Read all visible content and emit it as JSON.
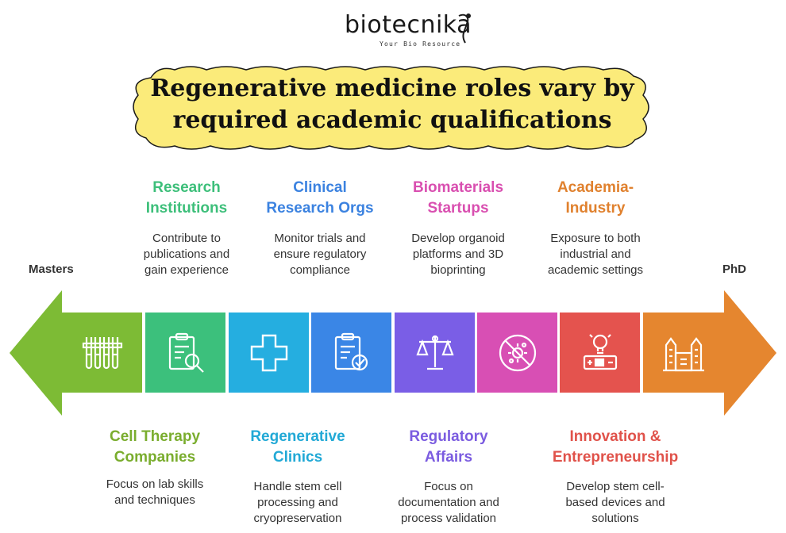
{
  "logo": {
    "name": "biotecnika",
    "tagline": "Your Bio Resource"
  },
  "title": {
    "line1": "Regenerative medicine roles vary by",
    "line2": "required academic qualifications"
  },
  "ends": {
    "left": "Masters",
    "right": "PhD"
  },
  "top_roles": [
    {
      "title_line1": "Research",
      "title_line2": "Institutions",
      "desc": [
        "Contribute to",
        "publications and",
        "gain experience"
      ],
      "color": "#3dbf7a"
    },
    {
      "title_line1": "Clinical",
      "title_line2": "Research Orgs",
      "desc": [
        "Monitor trials and",
        "ensure regulatory",
        "compliance"
      ],
      "color": "#3b82e0"
    },
    {
      "title_line1": "Biomaterials",
      "title_line2": "Startups",
      "desc": [
        "Develop organoid",
        "platforms and 3D",
        "bioprinting"
      ],
      "color": "#d94fb0"
    },
    {
      "title_line1": "Academia-",
      "title_line2": "Industry",
      "desc": [
        "Exposure to both",
        "industrial and",
        "academic settings"
      ],
      "color": "#e0812e"
    }
  ],
  "bottom_roles": [
    {
      "title_line1": "Cell Therapy",
      "title_line2": "Companies",
      "desc": [
        "Focus on lab skills",
        "and techniques",
        ""
      ],
      "color": "#7aad2e"
    },
    {
      "title_line1": "Regenerative",
      "title_line2": "Clinics",
      "desc": [
        "Handle stem cell",
        "processing and",
        "cryopreservation"
      ],
      "color": "#22a9d6"
    },
    {
      "title_line1": "Regulatory",
      "title_line2": "Affairs",
      "desc": [
        "Focus on",
        "documentation and",
        "process validation"
      ],
      "color": "#7b5ce0"
    },
    {
      "title_line1": "Innovation &",
      "title_line2": "Entrepreneurship",
      "desc": [
        "Develop stem cell-",
        "based devices and",
        "solutions"
      ],
      "color": "#e0524a"
    }
  ],
  "segments": [
    {
      "icon": "test-tubes-icon",
      "color": "#7dbb35"
    },
    {
      "icon": "clipboard-search-icon",
      "color": "#3cc07c"
    },
    {
      "icon": "medical-cross-icon",
      "color": "#25aee0"
    },
    {
      "icon": "clipboard-check-icon",
      "color": "#3a86e6"
    },
    {
      "icon": "scales-icon",
      "color": "#7a5ee6"
    },
    {
      "icon": "no-virus-icon",
      "color": "#d84fb4"
    },
    {
      "icon": "lightbulb-battery-icon",
      "color": "#e4534e"
    },
    {
      "icon": "factory-icon",
      "color": "#e5862f"
    }
  ]
}
